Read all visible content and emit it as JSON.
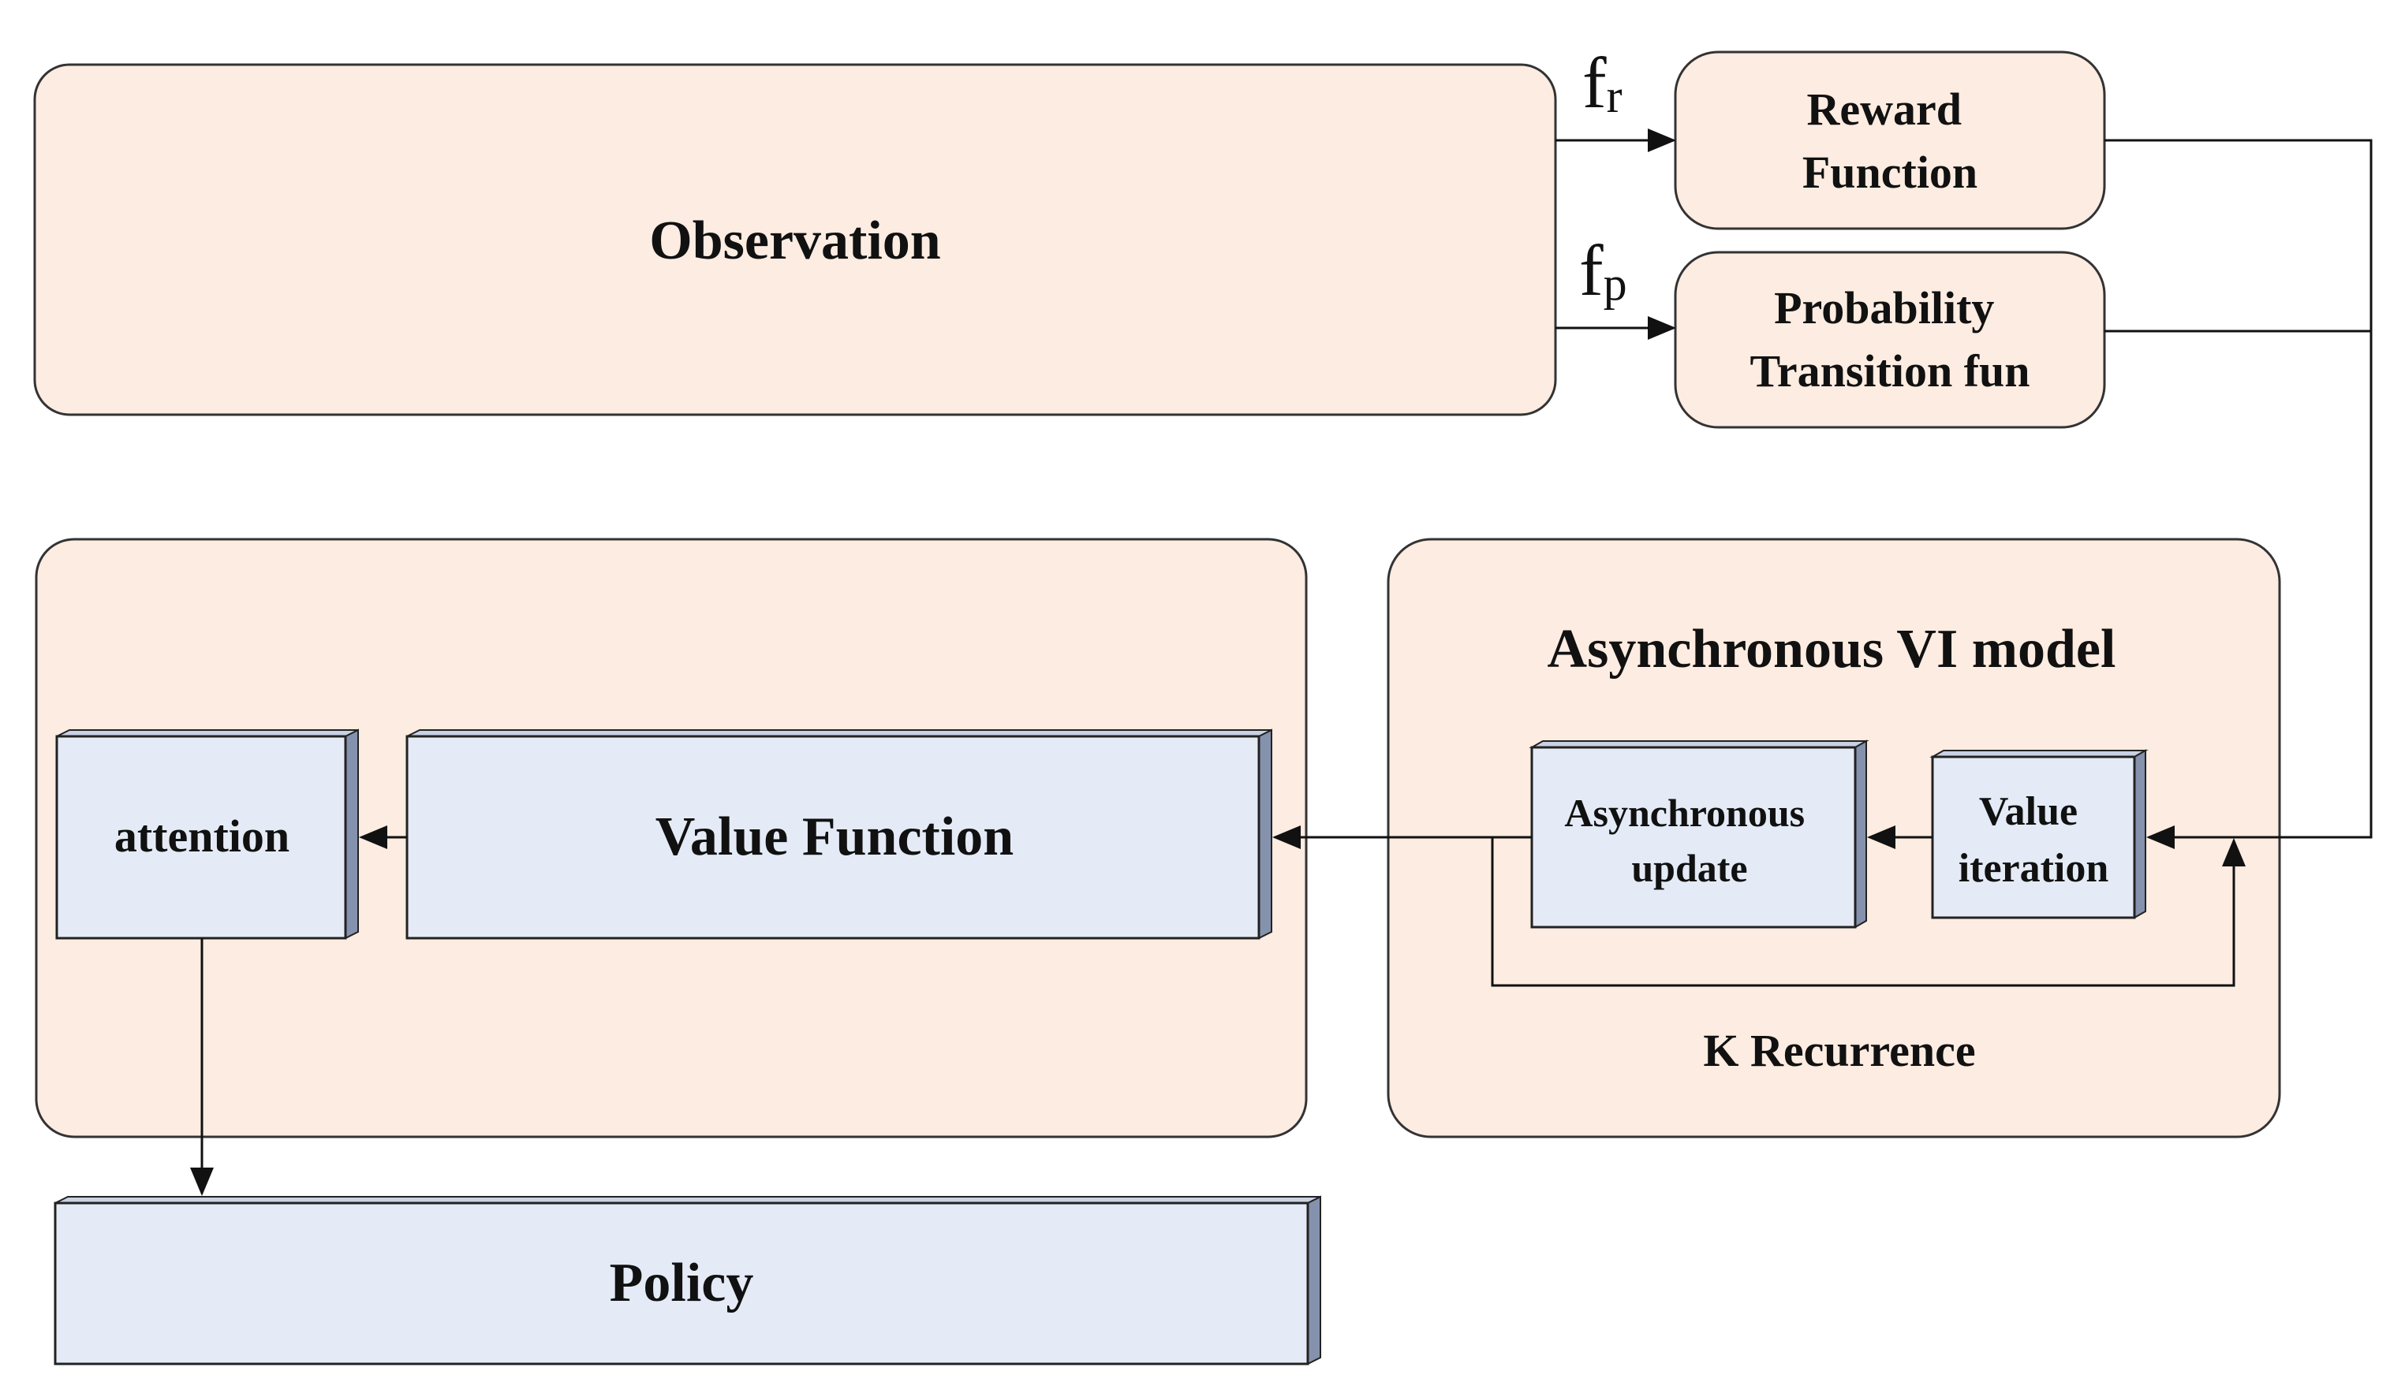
{
  "colors": {
    "panel_fill": "#fcece1",
    "block_fill": "#e4ebf6",
    "block_side": "#8592ad",
    "line": "#111111"
  },
  "nodes": {
    "observation": "Observation",
    "reward_function": [
      "Reward",
      "Function"
    ],
    "probability_transition": [
      "Probability",
      "Transition fun"
    ],
    "vi_model_title": "Asynchronous VI model",
    "async_update": [
      "Asynchronous",
      "update"
    ],
    "value_iteration": [
      "Value",
      "iteration"
    ],
    "k_recurrence": "K Recurrence",
    "value_function": "Value Function",
    "attention": "attention",
    "policy": "Policy"
  },
  "edge_labels": {
    "fr_base": "f",
    "fr_sub": "r",
    "fp_base": "f",
    "fp_sub": "p"
  }
}
